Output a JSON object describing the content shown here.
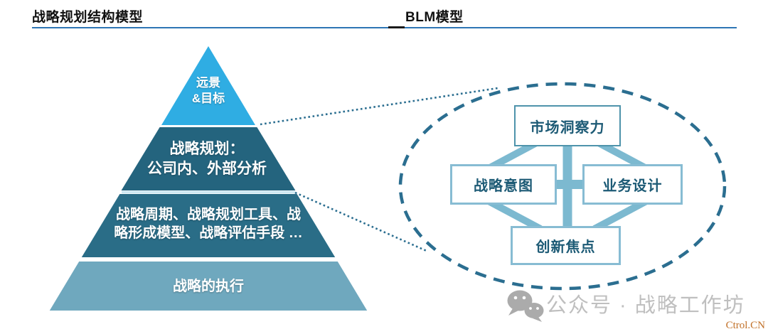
{
  "header": {
    "left_title": "战略规划结构模型",
    "right_title": "BLM模型"
  },
  "pyramid": {
    "tier1_label": "远景\n&目标",
    "tier2_label": "战略规划：\n公司内、外部分析",
    "tier3_label": "战略周期、战略规划工具、战\n略形成模型、战略评估手段 …",
    "tier4_label": "战略的执行"
  },
  "blm": {
    "top_box": "市场洞察力",
    "left_box": "战略意图",
    "right_box": "业务设计",
    "bottom_box": "创新焦点"
  },
  "watermark": {
    "account_label": "公众号 · 战略工作坊",
    "site_label": "Ctrol.CN",
    "icon": "wechat-icon"
  },
  "colors": {
    "tier1": "#2FADE3",
    "tier2": "#24647E",
    "tier3": "#2A6D87",
    "tier4": "#6FA8BE",
    "tier_separator": "#CDE8F2",
    "divider_line": "#2E75B5",
    "ellipse_dash": "#2B6E90",
    "dotted_link": "#2B6E90",
    "connector": "#7CB9D0",
    "box_border_top": "#4E93AB",
    "box_border_side": "#87BCD3",
    "box_text": "#1C5A75",
    "watermark_gray": "#BFBFBF",
    "site_orange": "#C2722A"
  }
}
